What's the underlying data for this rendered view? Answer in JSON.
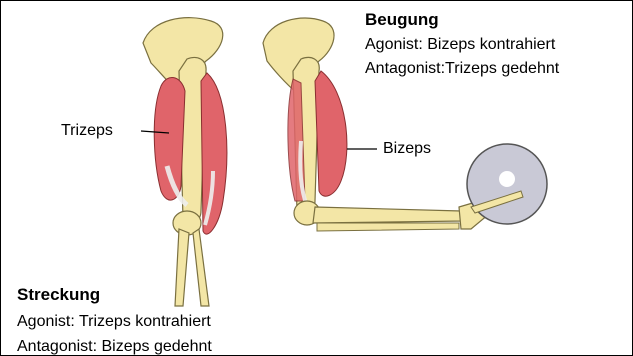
{
  "labels": {
    "triceps": "Trizeps",
    "biceps": "Bizeps"
  },
  "flexion": {
    "title": "Beugung",
    "agonist": "Agonist: Bizeps kontrahiert",
    "antagonist": "Antagonist:Trizeps gedehnt"
  },
  "extension": {
    "title": "Streckung",
    "agonist": "Agonist: Trizeps kontrahiert",
    "antagonist": "Antagonist: Bizeps gedehnt"
  },
  "colors": {
    "bone": "#f3e6a6",
    "bone_outline": "#7a7040",
    "muscle": "#e0646a",
    "tendon": "#eeeeee",
    "weight": "#c9c9d6"
  }
}
